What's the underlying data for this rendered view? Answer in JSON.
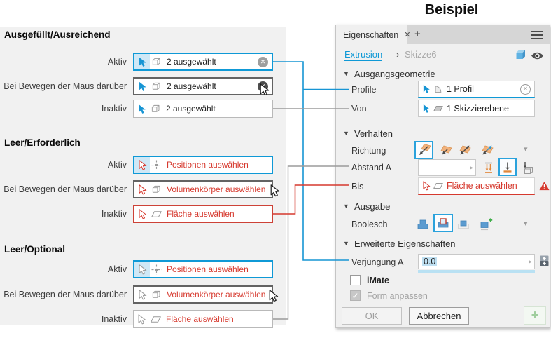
{
  "title": "Beispiel",
  "icons": {
    "clear": "✕",
    "close": "✕",
    "add": "+",
    "caret_down": "▾",
    "expander": "▸",
    "section_collapse": "▼",
    "chevron": "›",
    "check": "✓",
    "plus": "+"
  },
  "colors": {
    "accent_blue": "#0f99d6",
    "alert_red": "#d6392e",
    "line_gray": "#9b9b9b"
  },
  "left": {
    "sections": [
      {
        "heading": "Ausgefüllt/Ausreichend",
        "rows": [
          {
            "label": "Aktiv",
            "value": "2 ausgewählt"
          },
          {
            "label": "Bei Bewegen der Maus darüber",
            "value": "2 ausgewählt"
          },
          {
            "label": "Inaktiv",
            "value": "2 ausgewählt"
          }
        ]
      },
      {
        "heading": "Leer/Erforderlich",
        "rows": [
          {
            "label": "Aktiv",
            "value": "Positionen auswählen"
          },
          {
            "label": "Bei Bewegen der Maus darüber",
            "value": "Volumenkörper auswählen"
          },
          {
            "label": "Inaktiv",
            "value": "Fläche auswählen"
          }
        ]
      },
      {
        "heading": "Leer/Optional",
        "rows": [
          {
            "label": "Aktiv",
            "value": "Positionen auswählen"
          },
          {
            "label": "Bei Bewegen der Maus darüber",
            "value": "Volumenkörper auswählen"
          },
          {
            "label": "Inaktiv",
            "value": "Fläche auswählen"
          }
        ]
      }
    ]
  },
  "panel": {
    "tab_title": "Eigenschaften",
    "breadcrumb": {
      "parent": "Extrusion",
      "child": "Skizze6"
    },
    "sections": {
      "source": {
        "heading": "Ausgangsgeometrie",
        "profile_label": "Profile",
        "profile_value": "1 Profil",
        "from_label": "Von",
        "from_value": "1 Skizzierebene"
      },
      "behavior": {
        "heading": "Verhalten",
        "direction_label": "Richtung",
        "distance_label": "Abstand A",
        "distance_value": "",
        "to_label": "Bis",
        "to_value": "Fläche auswählen"
      },
      "output": {
        "heading": "Ausgabe",
        "boolean_label": "Boolesch"
      },
      "advanced": {
        "heading": "Erweiterte Eigenschaften",
        "taper_label": "Verjüngung A",
        "taper_value": "0.0",
        "imate_label": "iMate",
        "match_shape_label": "Form anpassen"
      }
    },
    "buttons": {
      "ok": "OK",
      "cancel": "Abbrechen"
    }
  }
}
